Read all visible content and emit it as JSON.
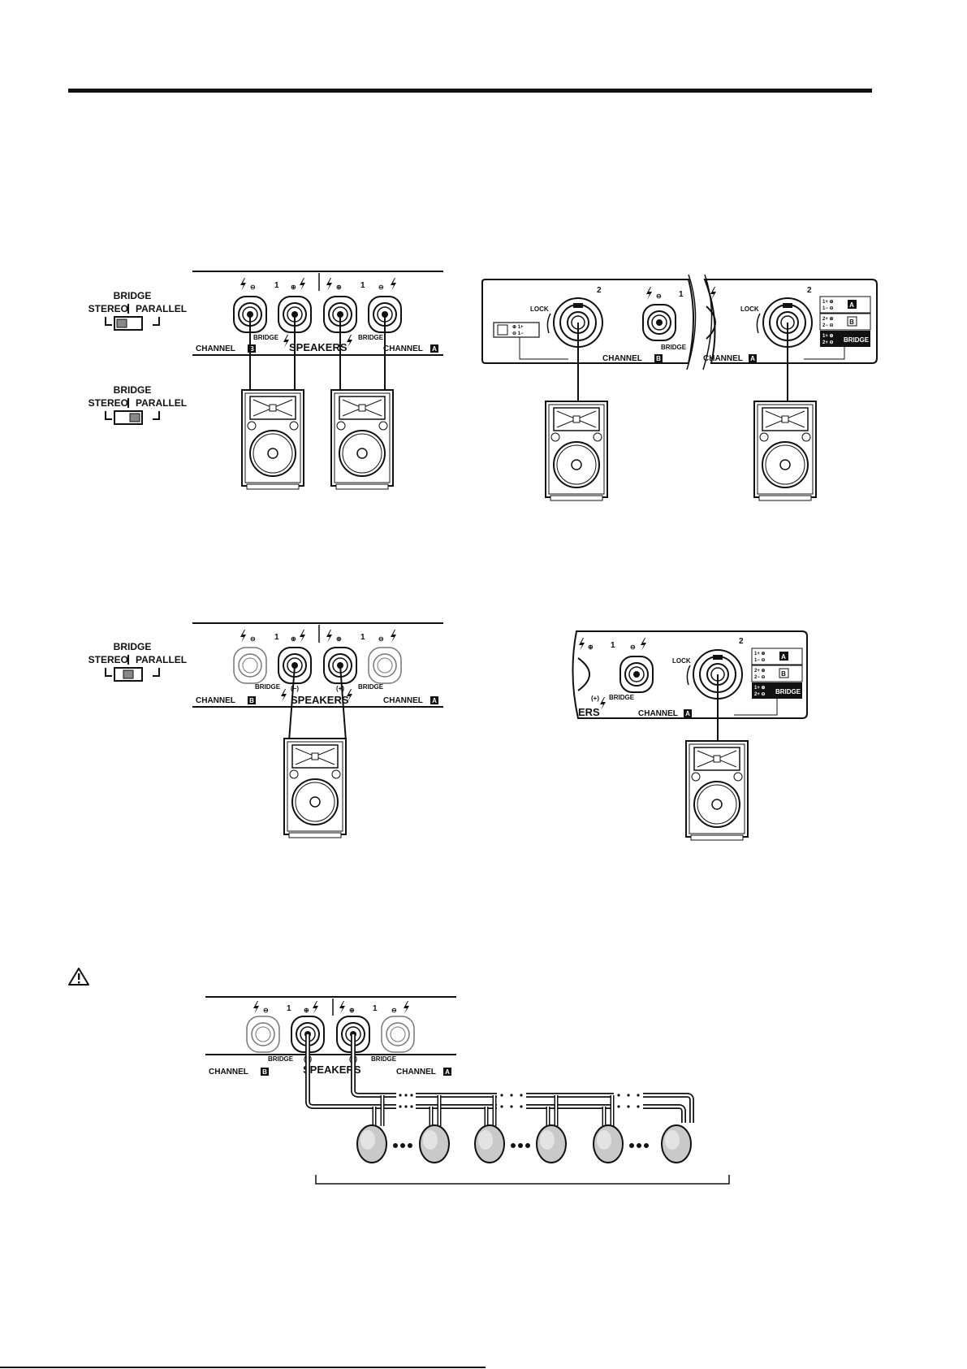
{
  "switch": {
    "bridge": "BRIDGE",
    "stereo": "STEREO",
    "parallel": "PARALLEL"
  },
  "panel": {
    "channel_b": "CHANNEL",
    "channel_a": "CHANNEL",
    "box_b": "B",
    "box_a": "A",
    "speakers": "SPEAKERS",
    "bridge": "BRIDGE",
    "num_1": "1",
    "num_2": "2",
    "lock": "LOCK",
    "minus_paren": "(−)",
    "plus_paren": "(+)",
    "ers": "ERS"
  },
  "speakon_table": {
    "row_a_1": "1+ ⊕",
    "row_a_2": "1− ⊖",
    "row_b_1": "2+ ⊕",
    "row_b_2": "2− ⊖",
    "row_bridge_1": "1+ ⊕",
    "row_bridge_2": "2+ ⊖",
    "label_a": "A",
    "label_b": "B",
    "label_bridge": "BRIDGE",
    "b_left_1": "⊕ 1+",
    "b_left_2": "⊖ 1−"
  },
  "caution_icon": "warning-triangle-icon"
}
